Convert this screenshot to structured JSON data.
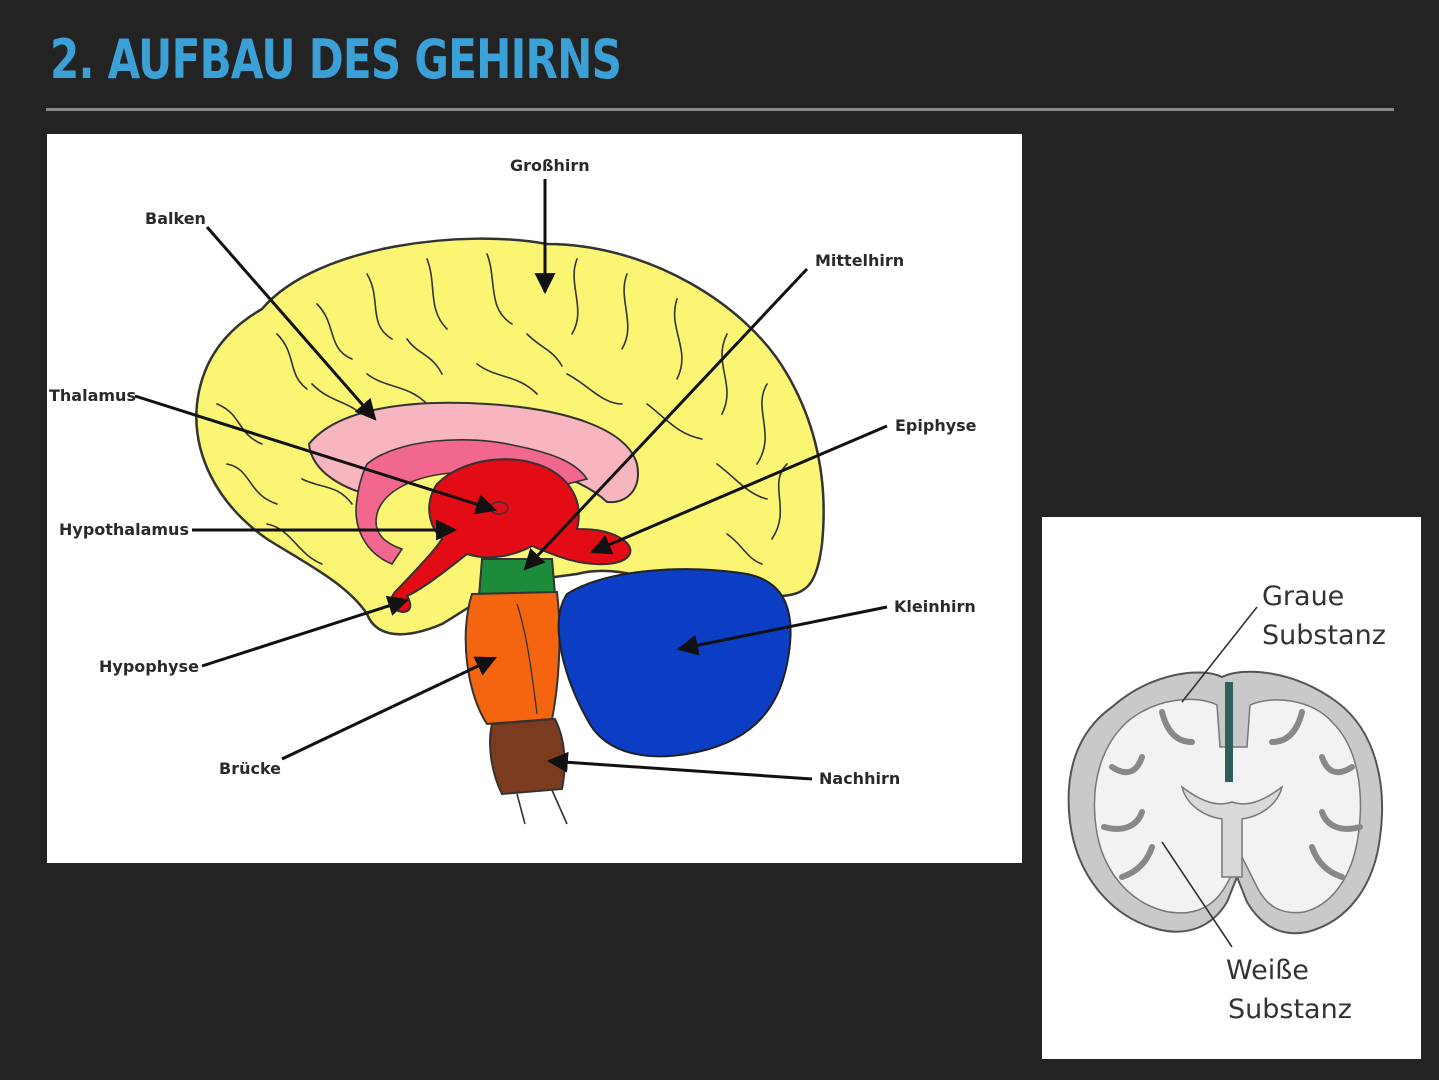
{
  "slide": {
    "title": "2.  AUFBAU DES GEHIRNS"
  },
  "sagittal_diagram": {
    "labels": {
      "grosshirn": "Großhirn",
      "balken": "Balken",
      "mittelhirn": "Mittelhirn",
      "thalamus": "Thalamus",
      "epiphyse": "Epiphyse",
      "hypothalamus": "Hypothalamus",
      "kleinhirn": "Kleinhirn",
      "hypophyse": "Hypophyse",
      "bruecke": "Brücke",
      "nachhirn": "Nachhirn"
    },
    "colors": {
      "grosshirn": "#fbf574",
      "balken": "#f7b5bf",
      "thalamus": "#e30b14",
      "mittelhirn": "#1c8c3a",
      "bruecke": "#f5640f",
      "kleinhirn": "#0b3ec4",
      "nachhirn": "#7a3b1f",
      "inner_pink": "#f2678e"
    }
  },
  "coronal_diagram": {
    "labels": {
      "graue_line1": "Graue",
      "graue_line2": "Substanz",
      "weisse_line1": "Weiße",
      "weisse_line2": "Substanz"
    }
  }
}
